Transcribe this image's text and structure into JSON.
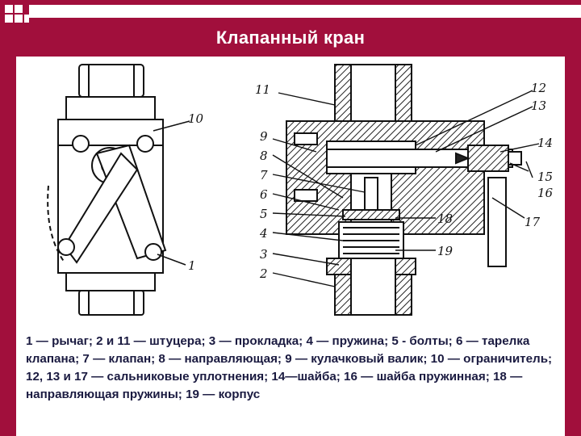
{
  "slide": {
    "title": "Клапанный кран",
    "caption": "1 — рычаг; 2 и 11 — штуцера; 3 — прокладка; 4 — пружина; 5 - болты; 6 — тарелка клапана; 7 — клапан; 8 — направляющая; 9 — кулачковый валик; 10 — ограничитель; 12, 13 и 17 — сальниковые уплотнения; 14—шайба; 16 — шайба пружинная; 18 — направляющая пружины;   19 — корпус"
  },
  "diagram": {
    "callouts": [
      "1",
      "2",
      "3",
      "4",
      "5",
      "6",
      "7",
      "8",
      "9",
      "10",
      "11",
      "12",
      "13",
      "14",
      "15",
      "16",
      "17",
      "18",
      "19"
    ]
  },
  "colors": {
    "background": "#a10f3c",
    "panel": "#ffffff",
    "ink": "#111111",
    "caption_text": "#1a1a40"
  }
}
